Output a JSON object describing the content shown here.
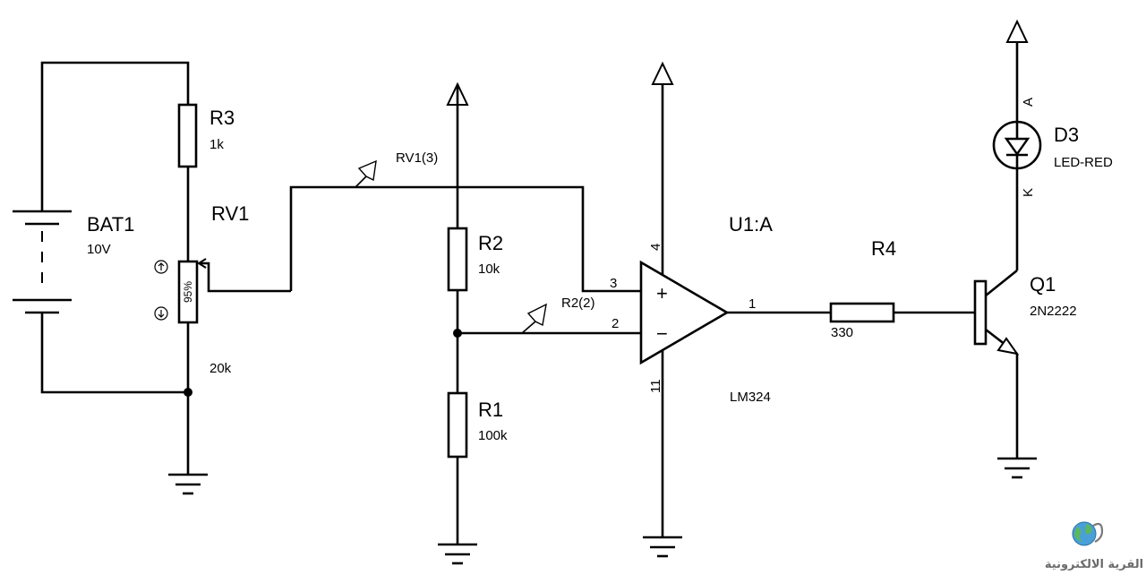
{
  "battery": {
    "ref": "BAT1",
    "value": "10V"
  },
  "r3": {
    "ref": "R3",
    "value": "1k"
  },
  "rv1": {
    "ref": "RV1",
    "value": "20k",
    "setting": "95%",
    "probe": "RV1(3)"
  },
  "r2": {
    "ref": "R2",
    "value": "10k",
    "probe": "R2(2)"
  },
  "r1": {
    "ref": "R1",
    "value": "100k"
  },
  "u1": {
    "ref": "U1:A",
    "part": "LM324",
    "pin_vcc": "4",
    "pin_gnd": "11",
    "pin_noninv": "3",
    "pin_inv": "2",
    "pin_out": "1",
    "plus": "+",
    "minus": "−"
  },
  "r4": {
    "ref": "R4",
    "value": "330"
  },
  "q1": {
    "ref": "Q1",
    "part": "2N2222"
  },
  "d3": {
    "ref": "D3",
    "part": "LED-RED",
    "anode": "A",
    "cathode": "K"
  },
  "watermark": {
    "text": "القرية الالكترونية",
    "logo": "globe-logo"
  }
}
